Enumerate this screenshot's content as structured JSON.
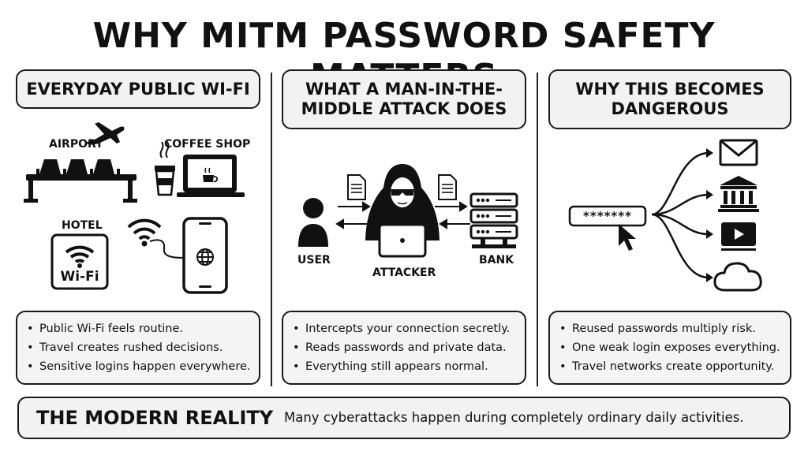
{
  "title": "WHY MITM PASSWORD SAFETY MATTERS",
  "sections": [
    {
      "heading": "EVERYDAY PUBLIC WI-FI",
      "labels": {
        "airport": "AIRPORT",
        "coffee": "COFFEE SHOP",
        "hotel": "HOTEL",
        "wifi_sign": "Wi-Fi"
      },
      "bullets": [
        "Public Wi-Fi feels routine.",
        "Travel creates rushed decisions.",
        "Sensitive logins happen everywhere."
      ]
    },
    {
      "heading": "WHAT A MAN-IN-THE-MIDDLE ATTACK DOES",
      "labels": {
        "user": "USER",
        "attacker": "ATTACKER",
        "bank": "BANK"
      },
      "bullets": [
        "Intercepts your connection secretly.",
        "Reads passwords and private data.",
        "Everything still appears normal."
      ]
    },
    {
      "heading": "WHY THIS BECOMES DANGEROUS",
      "labels": {
        "password": "*******"
      },
      "bullets": [
        "Reused passwords multiply risk.",
        "One weak login exposes everything.",
        "Travel networks create opportunity."
      ]
    }
  ],
  "footer": {
    "heading": "THE MODERN REALITY",
    "message": "Many cyberattacks happen during completely ordinary daily activities."
  },
  "icons": [
    "airplane-icon",
    "airport-seats-icon",
    "coffee-cup-icon",
    "laptop-icon",
    "wifi-icon",
    "smartphone-icon",
    "globe-icon",
    "user-icon",
    "hacker-icon",
    "document-icon",
    "server-icon",
    "cursor-icon",
    "email-icon",
    "bank-icon",
    "video-icon",
    "cloud-icon"
  ]
}
